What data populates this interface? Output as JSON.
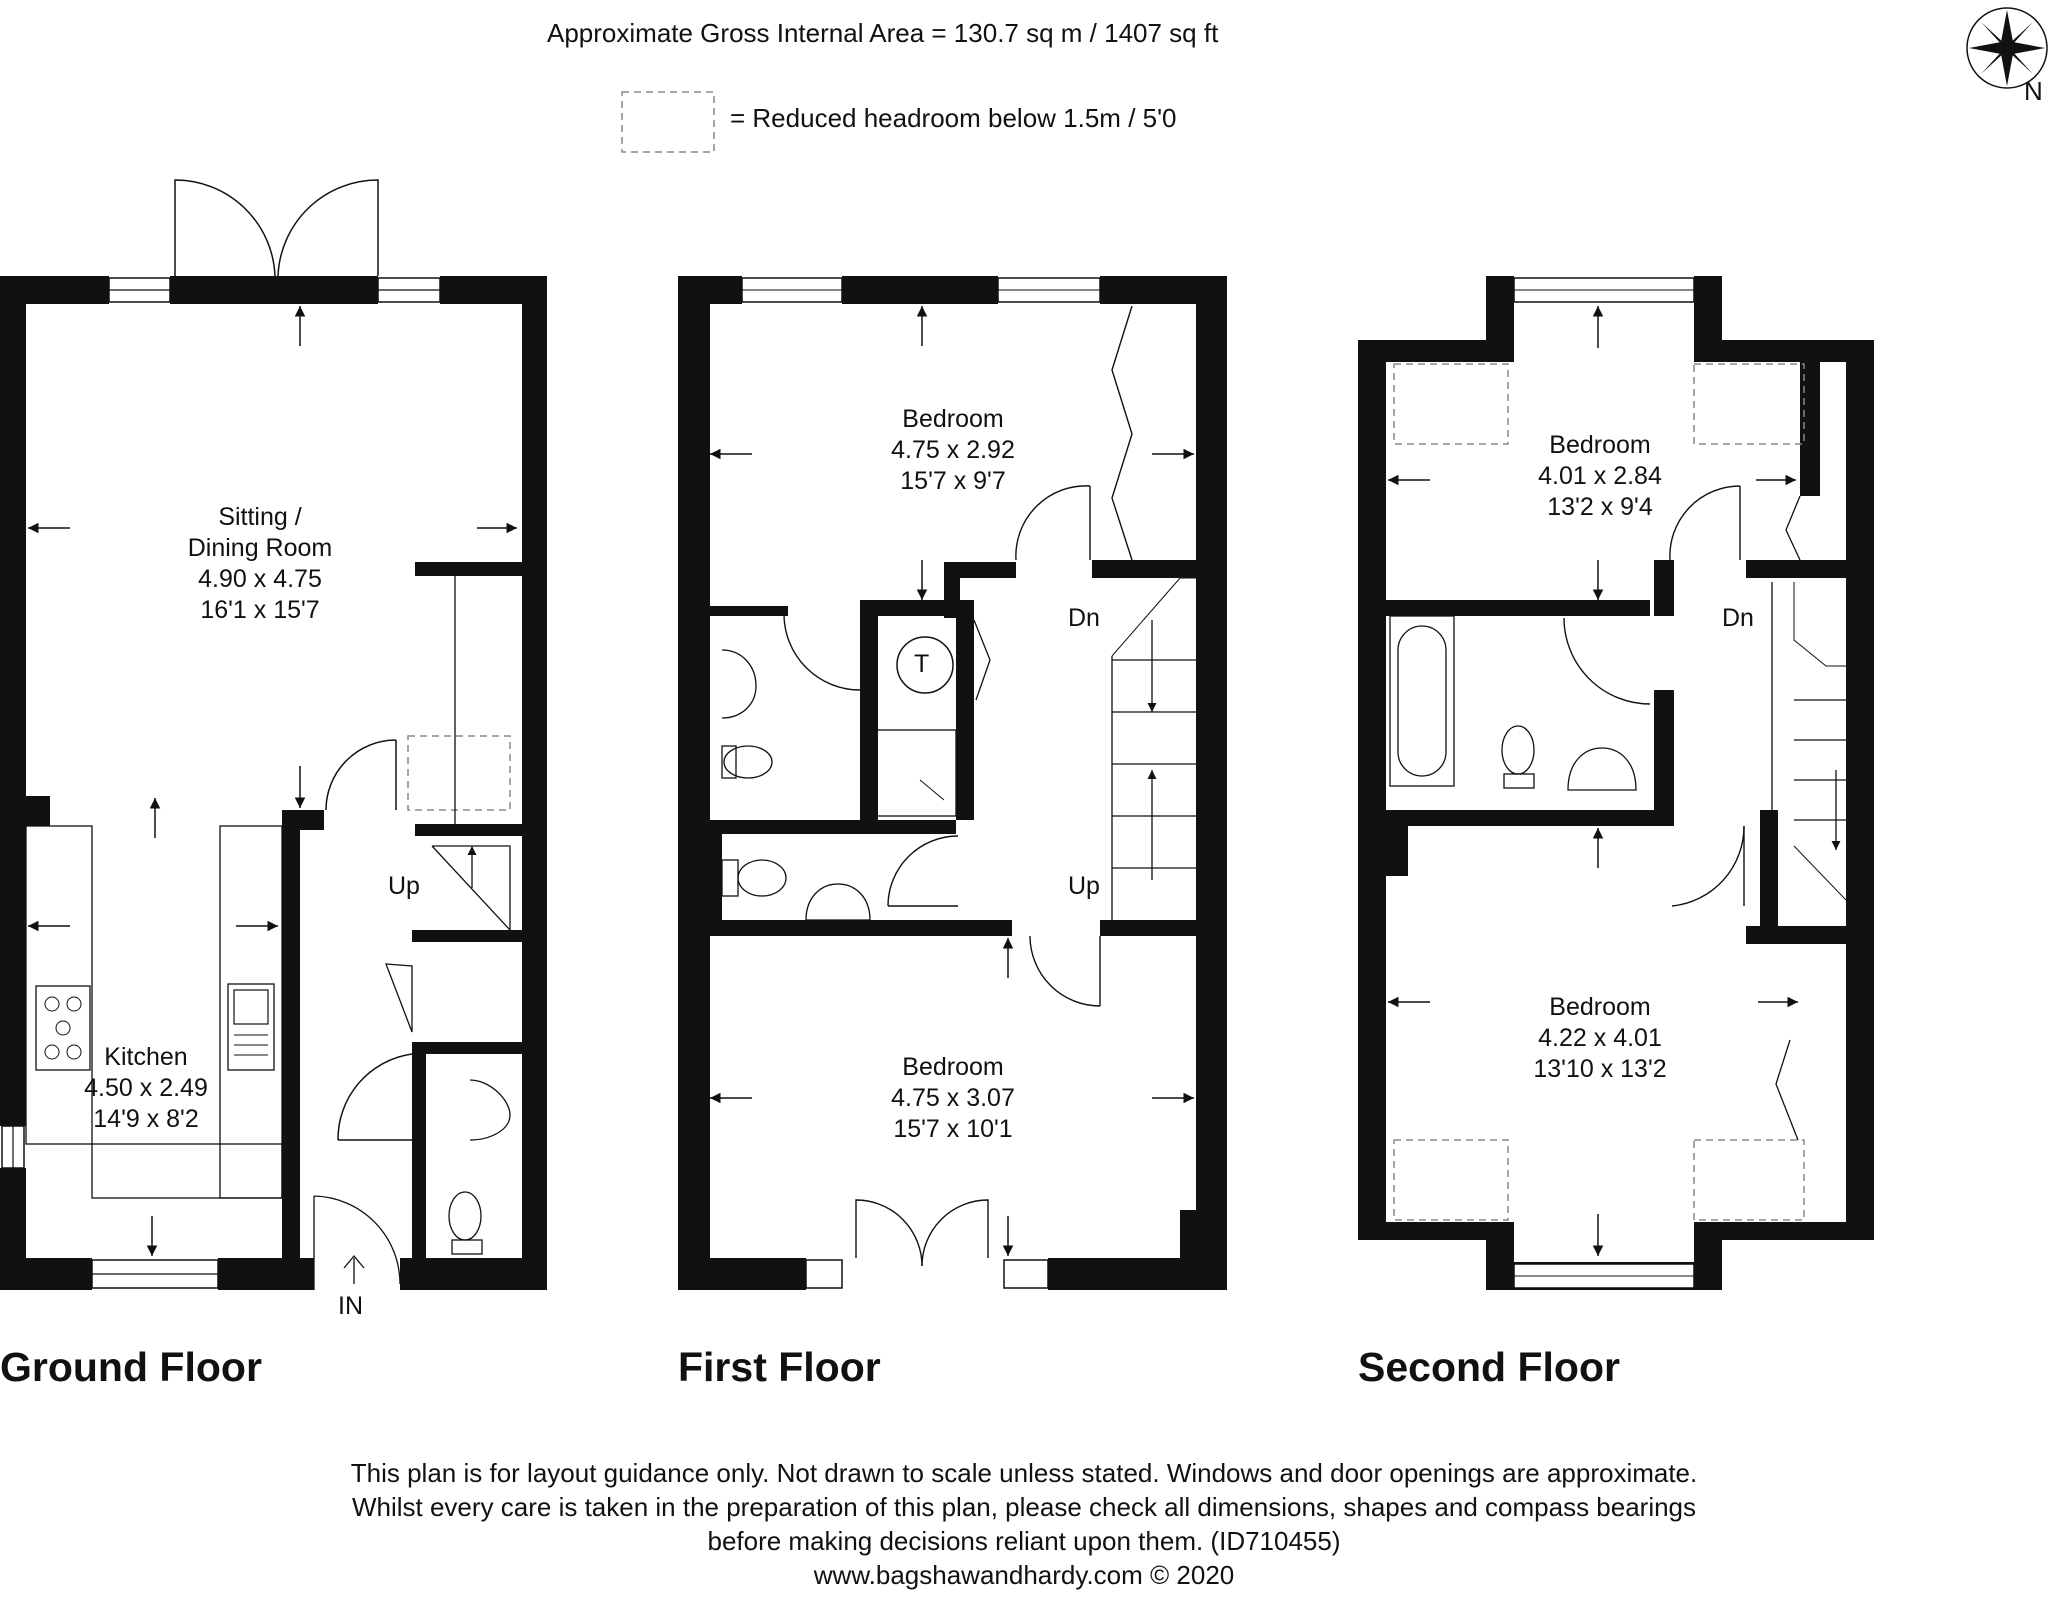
{
  "header": {
    "area_text": "Approximate Gross Internal Area = 130.7 sq m / 1407 sq ft",
    "legend_text": "= Reduced headroom below 1.5m / 5'0",
    "compass_label": "N"
  },
  "floors": {
    "ground": {
      "title": "Ground Floor",
      "entrance_label": "IN",
      "stairs_label": "Up",
      "rooms": {
        "sitting": [
          "Sitting /",
          "Dining Room",
          "4.90 x 4.75",
          "16'1 x 15'7"
        ],
        "kitchen": [
          "Kitchen",
          "4.50 x 2.49",
          "14'9 x 8'2"
        ]
      }
    },
    "first": {
      "title": "First Floor",
      "stairs_down_label": "Dn",
      "stairs_up_label": "Up",
      "tank_label": "T",
      "rooms": {
        "bedroom_rear": [
          "Bedroom",
          "4.75 x 2.92",
          "15'7 x 9'7"
        ],
        "bedroom_front": [
          "Bedroom",
          "4.75 x 3.07",
          "15'7 x 10'1"
        ]
      }
    },
    "second": {
      "title": "Second Floor",
      "stairs_down_label": "Dn",
      "rooms": {
        "bedroom_rear": [
          "Bedroom",
          "4.01 x 2.84",
          "13'2 x 9'4"
        ],
        "bedroom_front": [
          "Bedroom",
          "4.22 x 4.01",
          "13'10 x 13'2"
        ]
      }
    }
  },
  "footer": {
    "lines": [
      "This plan is for layout guidance only. Not drawn to scale unless stated. Windows and door openings are approximate.",
      "Whilst every care is taken in the preparation of this plan, please check all dimensions, shapes and compass bearings",
      "before making decisions reliant upon them. (ID710455)"
    ],
    "website": "www.bagshawandhardy.com © 2020"
  }
}
